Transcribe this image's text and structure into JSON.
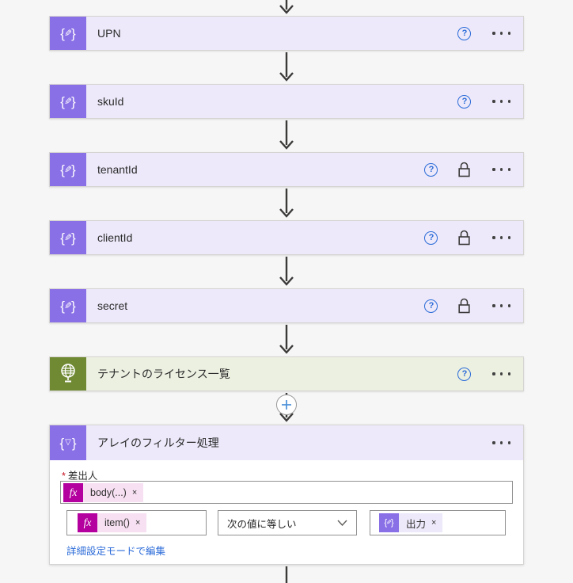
{
  "colors": {
    "canvas_bg": "#f6f6f6",
    "variable_accent": "#8a70e6",
    "variable_card_bg": "#ede9fa",
    "http_accent": "#6f8a33",
    "http_card_bg": "#ecf0e1",
    "expression_badge": "#b4009e",
    "expression_pill": "#f6e0f2",
    "link_blue": "#2b6bd8",
    "arrow_gray": "#3b3a39"
  },
  "icons": {
    "brace_open": "{",
    "brace_close": "}",
    "pencil": "✎",
    "funnel": "▽",
    "help": "?"
  },
  "flow": {
    "cards": [
      {
        "title": "UPN"
      },
      {
        "title": "skuId"
      },
      {
        "title": "tenantId"
      },
      {
        "title": "clientId"
      },
      {
        "title": "secret"
      },
      {
        "title": "テナントのライセンス一覧"
      }
    ],
    "filter": {
      "title": "アレイのフィルター処理",
      "required_marker": "*",
      "from_label": "差出人",
      "from_token": {
        "badge": "fx",
        "label": "body(...)",
        "remove": "×"
      },
      "left_token": {
        "badge": "fx",
        "label": "item()",
        "remove": "×"
      },
      "operator_value": "次の値に等しい",
      "right_token": {
        "label": "出力",
        "remove": "×"
      },
      "advanced_link": "詳細設定モードで編集"
    }
  }
}
